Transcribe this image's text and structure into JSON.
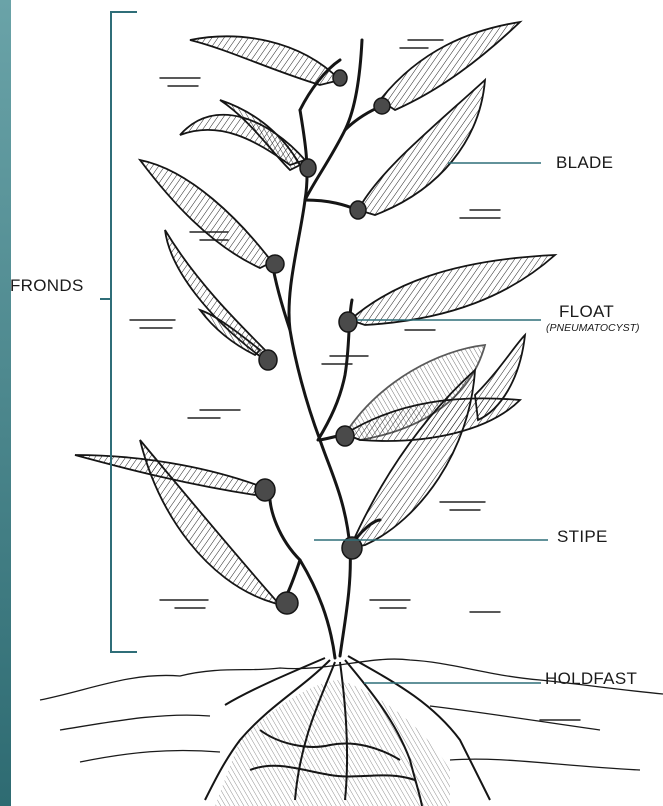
{
  "labels": {
    "fronds": "FRONDS",
    "blade": "BLADE",
    "float": "FLOAT",
    "float_sub": "(PNEUMATOCYST)",
    "stipe": "STIPE",
    "holdfast": "HOLDFAST"
  },
  "colors": {
    "leader_line": "#2f6e78",
    "edge_band": "#3e7f86",
    "ink": "#151515",
    "float_fill": "#4a4a4a"
  }
}
